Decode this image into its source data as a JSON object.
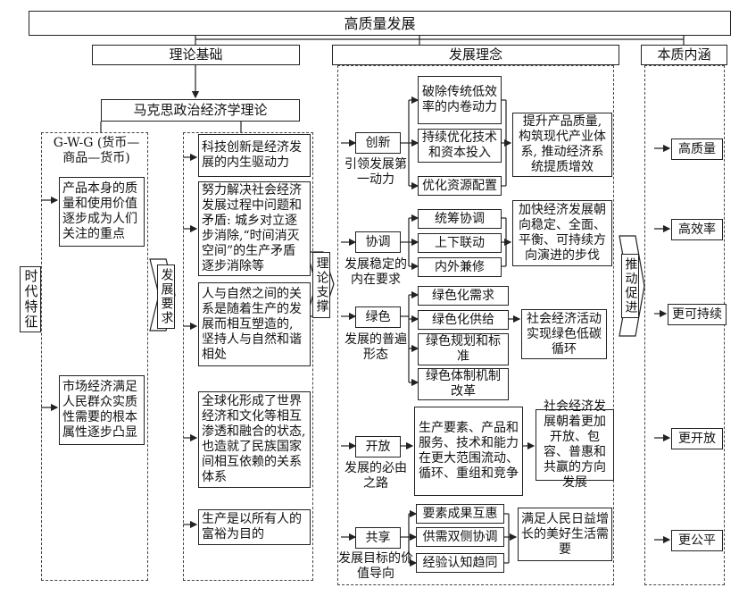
{
  "title": "高质量发展",
  "headers": {
    "theory": "理论基础",
    "concept": "发展理念",
    "essence": "本质内涵"
  },
  "marx": "马克思政治经济学理论",
  "era": {
    "label": "时代特征",
    "gwg": "G-W-G (货币—商品—货币)",
    "item1": "产品本身的质量和使用价值逐步成为人们关注的重点",
    "item2": "市场经济满足人民群众实质性需要的根本属性逐步凸显"
  },
  "requirement_label": "发展要求",
  "requirements": [
    "科技创新是经济发展的内生驱动力",
    "努力解决社会经济发展过程中问题和矛盾: 城乡对立逐步消除,“时间消灭空间”的生产矛盾逐步消除等",
    "人与自然之间的关系是随着生产的发展而相互塑造的, 坚持人与自然和谐相处",
    "全球化形成了世界经济和文化等相互渗透和融合的状态, 也造就了民族国家间相互依赖的关系体系",
    "生产是以所有人的富裕为目的"
  ],
  "support_label": "理论支撑",
  "concepts": [
    {
      "name": "创新",
      "desc": "引领发展第一动力",
      "subs": [
        "破除传统低效率的内卷动力",
        "持续优化技术和资本投入",
        "优化资源配置"
      ],
      "result": "提升产品质量, 构筑现代产业体系, 推动经济系统提质增效"
    },
    {
      "name": "协调",
      "desc": "发展稳定的内在要求",
      "subs": [
        "统筹协调",
        "上下联动",
        "内外兼修"
      ],
      "result": "加快经济发展朝向稳定、全面、平衡、可持续方向演进的步伐"
    },
    {
      "name": "绿色",
      "desc": "发展的普遍形态",
      "subs": [
        "绿色化需求",
        "绿色化供给",
        "绿色规划和标准",
        "绿色体制机制改革"
      ],
      "result": "社会经济活动实现绿色低碳循环"
    },
    {
      "name": "开放",
      "desc": "发展的必由之路",
      "subs": [
        "生产要素、产品和服务、技术和能力在更大范围流动、循环、重组和竞争"
      ],
      "result": "社会经济发展朝着更加开放、包容、普惠和共赢的方向发展"
    },
    {
      "name": "共享",
      "desc": "发展目标的价值导向",
      "subs": [
        "要素成果互惠",
        "供需双侧协调",
        "经验认知趋同"
      ],
      "result": "满足人民日益增长的美好生活需要"
    }
  ],
  "promote_label": "推动促进",
  "essence": [
    "高质量",
    "高效率",
    "更可持续",
    "更开放",
    "更公平"
  ]
}
